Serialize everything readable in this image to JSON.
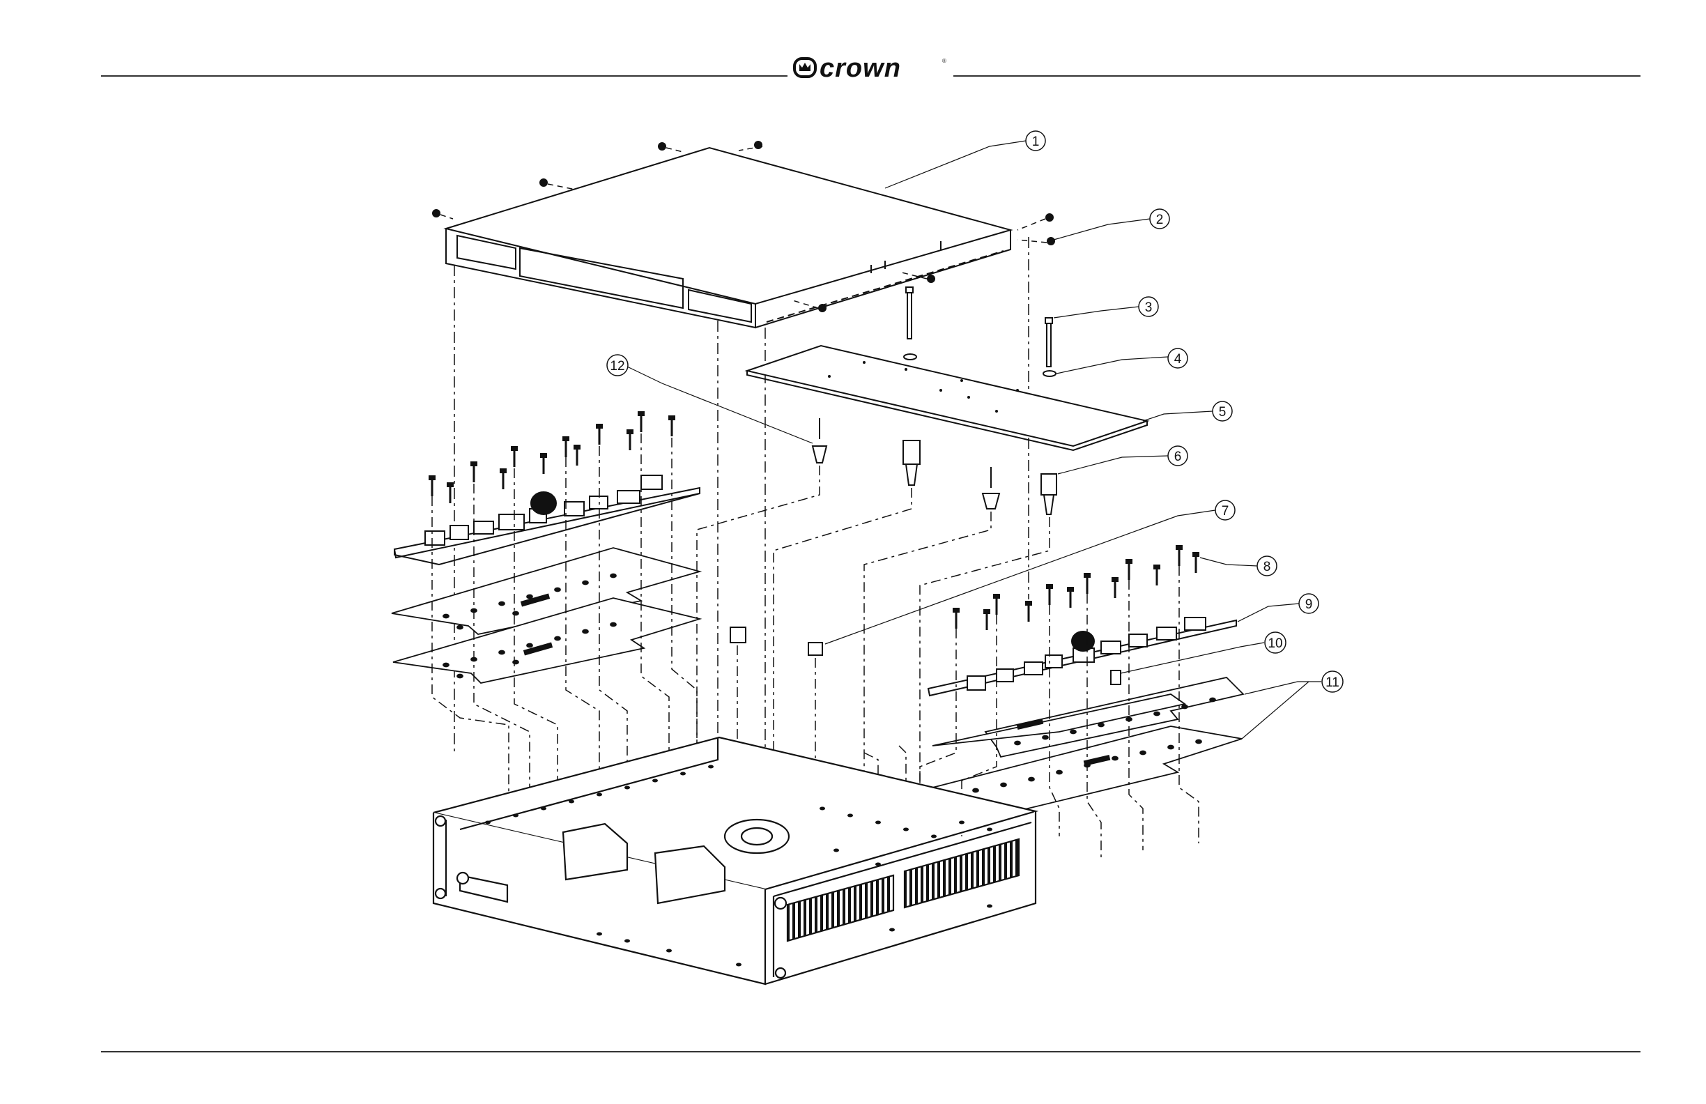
{
  "header": {
    "brand": "crown",
    "brand_mark": "crown-logo-icon"
  },
  "diagram": {
    "callouts": [
      {
        "label": "1",
        "part": "top-cover"
      },
      {
        "label": "2",
        "part": "cover-screw"
      },
      {
        "label": "3",
        "part": "standoff-screw"
      },
      {
        "label": "4",
        "part": "washer"
      },
      {
        "label": "5",
        "part": "control-board"
      },
      {
        "label": "6",
        "part": "standoff"
      },
      {
        "label": "7",
        "part": "spacer"
      },
      {
        "label": "8",
        "part": "board-screw"
      },
      {
        "label": "9",
        "part": "right-amp-board"
      },
      {
        "label": "10",
        "part": "thermal-pad"
      },
      {
        "label": "11",
        "part": "insulator-sheets"
      },
      {
        "label": "12",
        "part": "snap-rivet"
      }
    ]
  }
}
